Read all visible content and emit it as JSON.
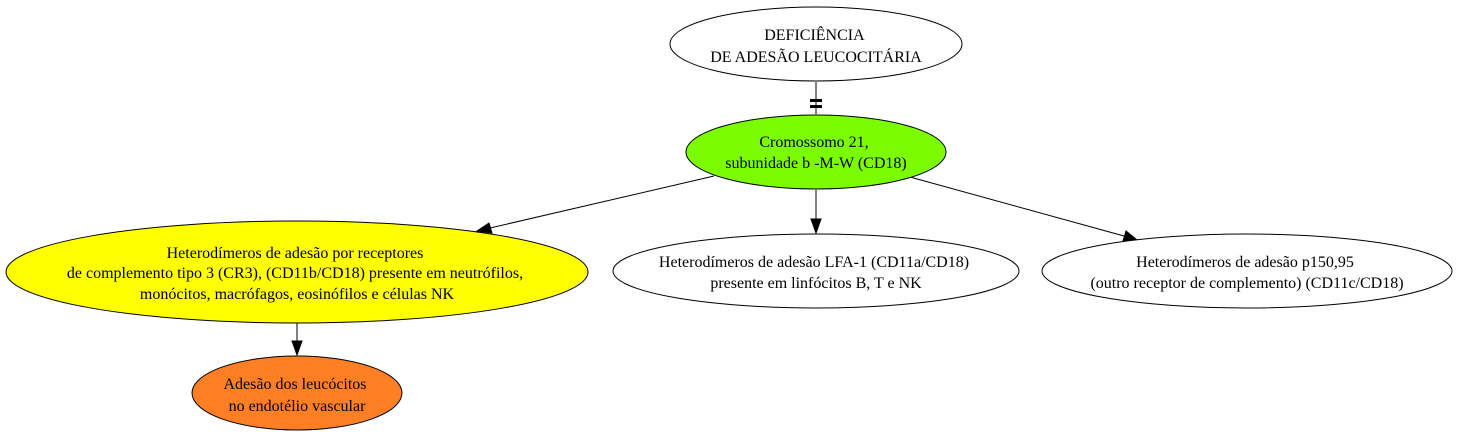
{
  "diagram": {
    "nodes": {
      "root": {
        "lines": [
          "DEFICIÊNCIA",
          "DE ADESÃO LEUCOCITÁRIA"
        ],
        "fill": "#ffffff"
      },
      "chromosome": {
        "lines": [
          "Cromossomo 21,",
          "subunidade b -M-W (CD18)"
        ],
        "fill": "#7cfc00"
      },
      "cr3": {
        "lines": [
          "Heterodímeros de adesão por receptores",
          "de complemento tipo 3 (CR3), (CD11b/CD18) presente em neutrófilos,",
          "monócitos, macrófagos, eosinófilos e células NK"
        ],
        "fill": "#ffff00"
      },
      "lfa1": {
        "lines": [
          "Heterodímeros de adesão LFA-1 (CD11a/CD18)",
          "presente em linfócitos B, T e NK"
        ],
        "fill": "#ffffff"
      },
      "p150": {
        "lines": [
          "Heterodímeros de adesão p150,95",
          "(outro receptor de complemento) (CD11c/CD18)"
        ],
        "fill": "#ffffff"
      },
      "adhesion": {
        "lines": [
          "Adesão dos leucócitos",
          "no endotélio vascular"
        ],
        "fill": "#ff7f24"
      }
    },
    "edges": [
      {
        "from": "root",
        "to": "chromosome",
        "style": "tee"
      },
      {
        "from": "chromosome",
        "to": "cr3",
        "style": "arrow"
      },
      {
        "from": "chromosome",
        "to": "lfa1",
        "style": "arrow"
      },
      {
        "from": "chromosome",
        "to": "p150",
        "style": "arrow"
      },
      {
        "from": "cr3",
        "to": "adhesion",
        "style": "arrow"
      }
    ]
  }
}
